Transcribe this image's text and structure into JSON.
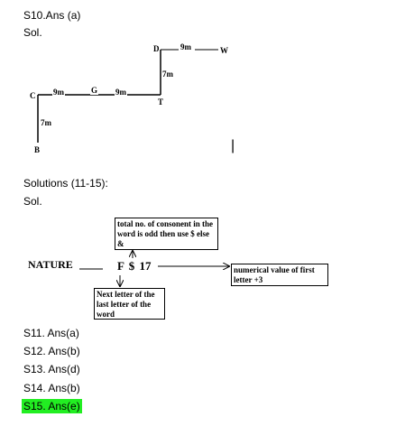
{
  "s10": {
    "heading": "S10.Ans (a)",
    "sol": "Sol."
  },
  "diagram1": {
    "points": {
      "D": "D",
      "W": "W",
      "T": "T",
      "C": "C",
      "G": "G",
      "B": "B"
    },
    "distances": {
      "dw": "9m",
      "dt": "7m",
      "cg": "9m",
      "gt": "9m",
      "cb": "7m"
    }
  },
  "cursor": "|",
  "solutions": {
    "heading": "Solutions (11-15):",
    "sol": "Sol."
  },
  "diagram2": {
    "word": "NATURE",
    "code": "F $ 17",
    "top_box": "total no. of consonent in the word is odd then use $ else &",
    "bottom_box": "Next letter of the last letter of the word",
    "right_box": "numerical value of first letter +3"
  },
  "answers": [
    "S11. Ans(a)",
    "S12. Ans(b)",
    "S13. Ans(d)",
    "S14. Ans(b)",
    "S15. Ans(e)"
  ],
  "colors": {
    "highlight": "#22ee22"
  }
}
